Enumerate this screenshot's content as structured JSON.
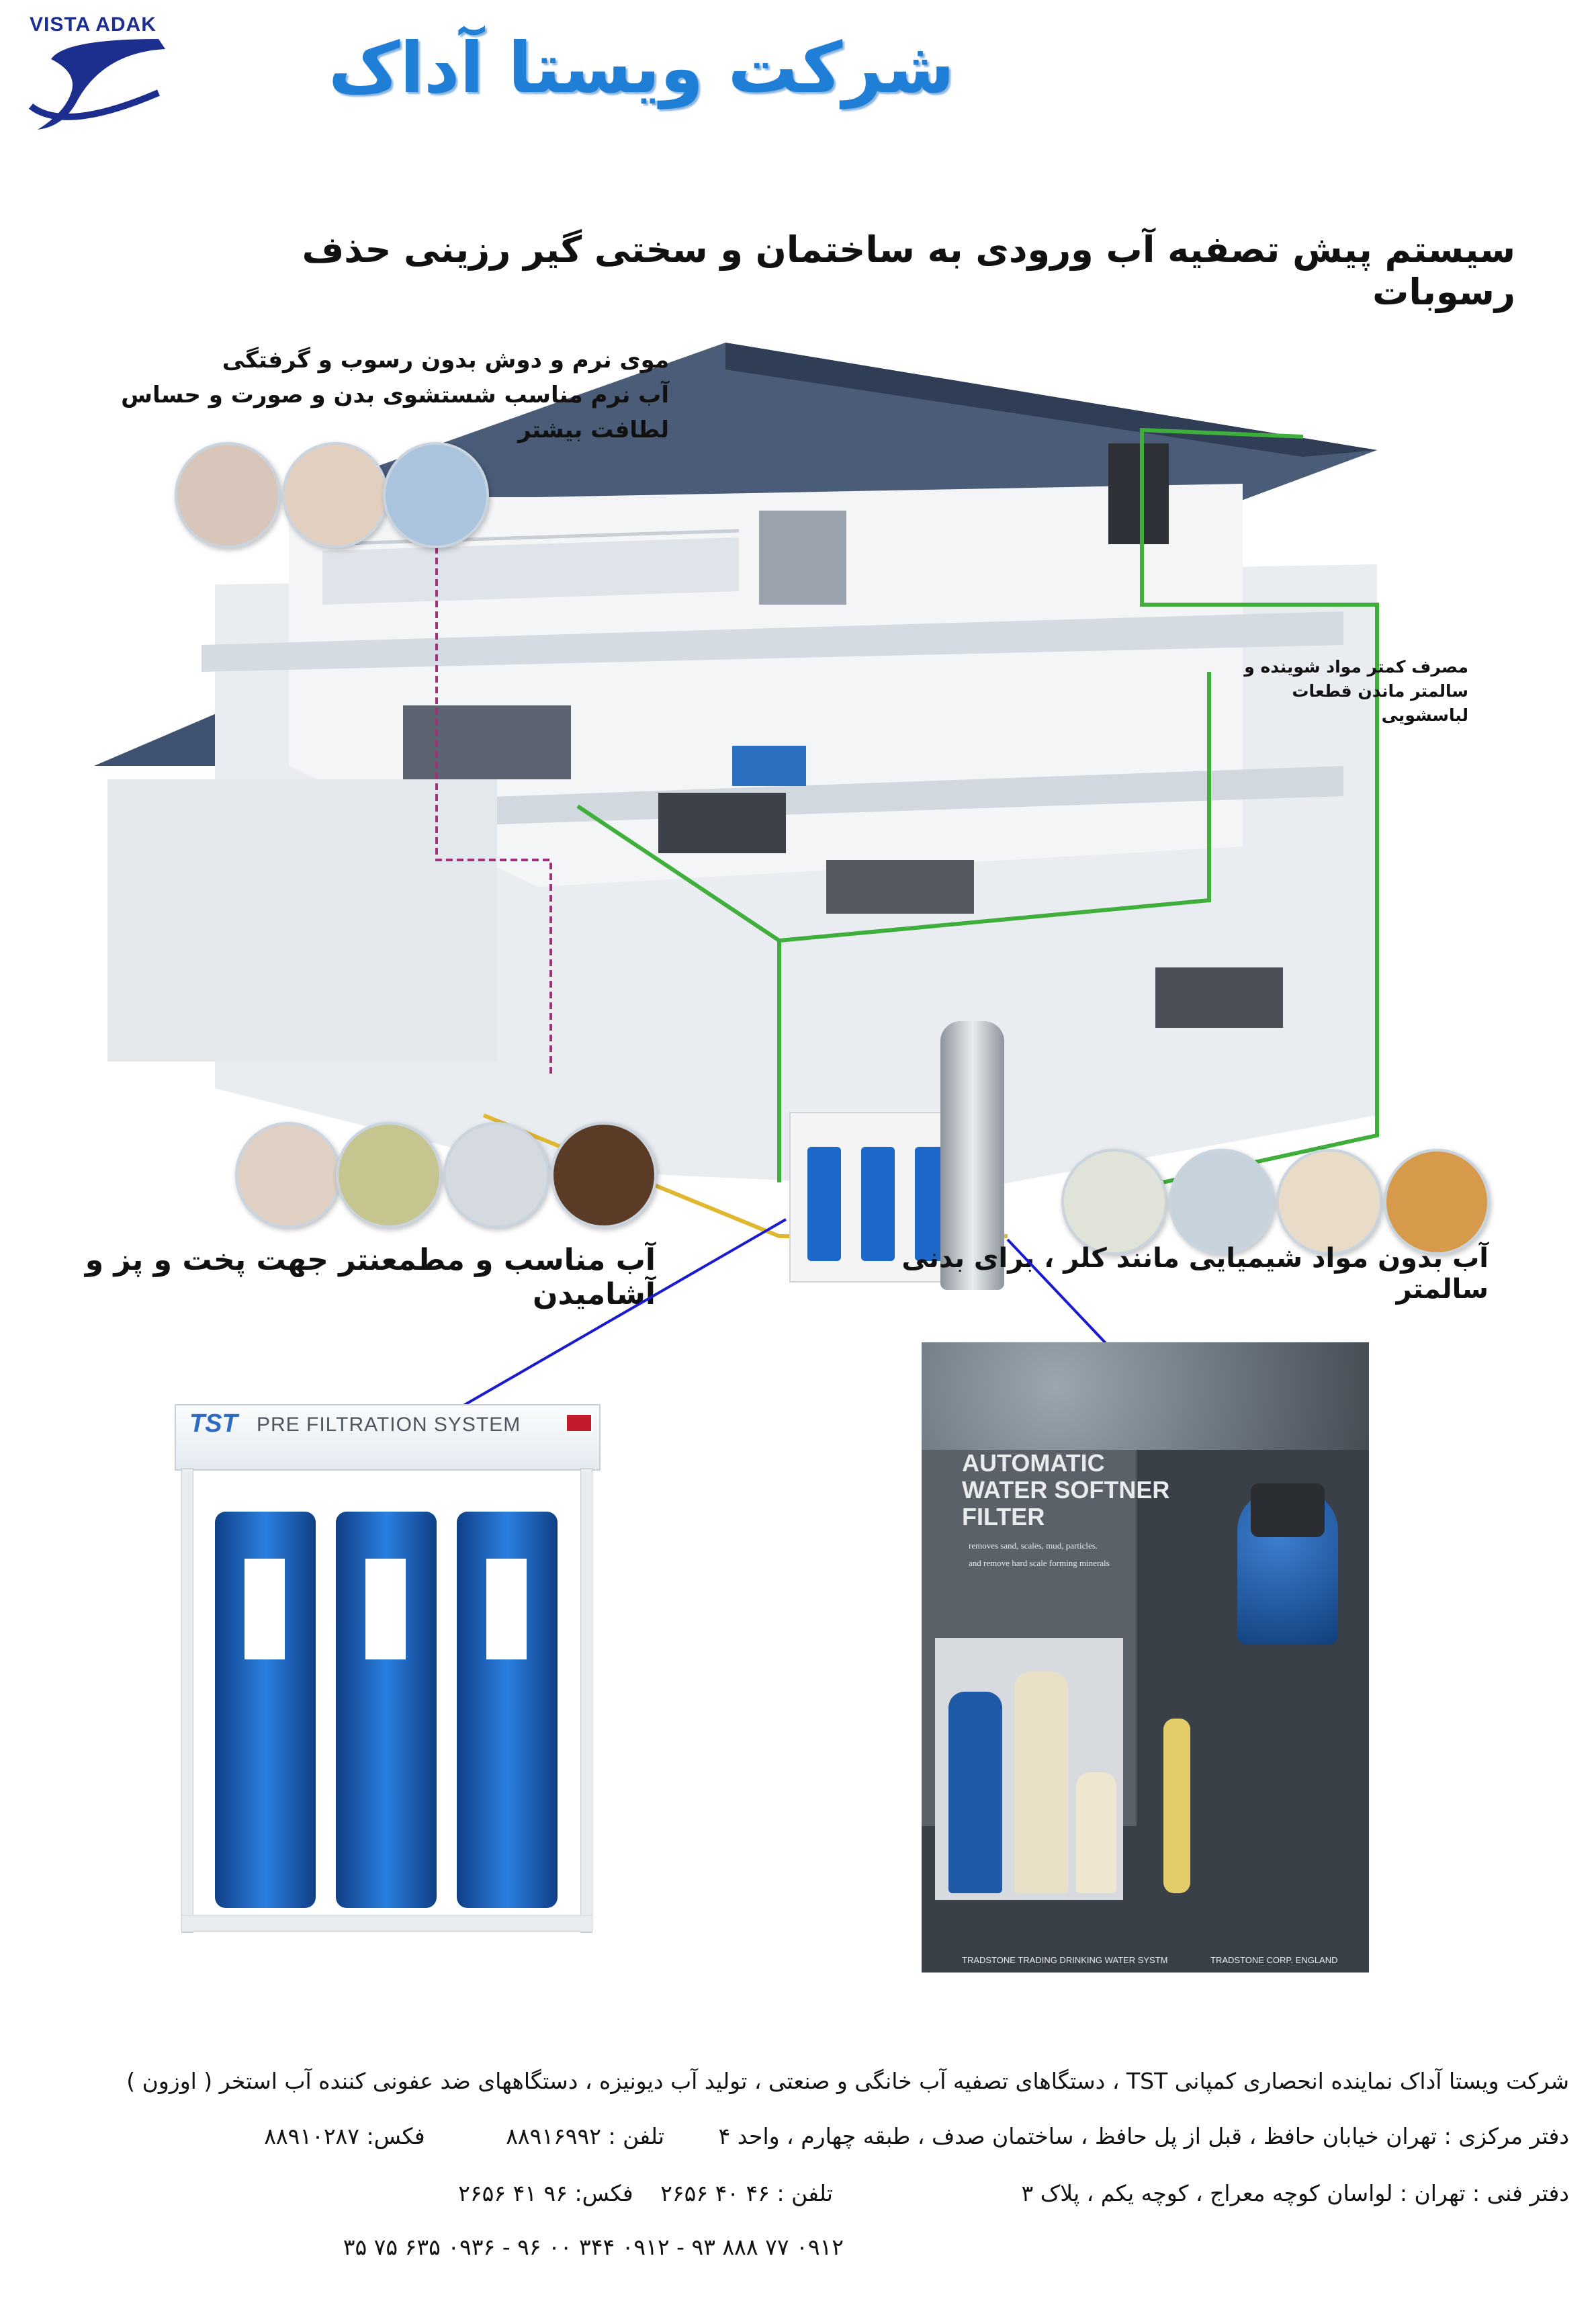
{
  "header": {
    "logo_text": "VISTA ADAK",
    "company_name": "شرکت ویستا آداک"
  },
  "main_heading": "سیستم پیش تصفیه آب ورودی به ساختمان و سختی گیر رزینی حذف رسوبات",
  "captions": {
    "hair_line1": "موی نرم و دوش بدون رسوب و گرفتگی",
    "hair_line2": "آب نرم مناسب شستشوی بدن و صورت و حساس لطافت بیشتر",
    "detergent_line1": "مصرف کمتر مواد شوینده و",
    "detergent_line2": "سالمتر ماندن قطعات لباسشویی",
    "cooking": "آب مناسب و مطمعنتر جهت پخت و پز و آشامیدن",
    "chemical": "آب بدون مواد شیمیایی مانند کلر ، برای بدنی سالمتر"
  },
  "prefilter": {
    "brand": "TST",
    "title": "PRE FILTRATION SYSTEM"
  },
  "softener": {
    "title_line1": "AUTOMATIC",
    "title_line2": "WATER SOFTNER",
    "title_line3": "FILTER",
    "sub_line1": "removes sand, scales, mud, particles.",
    "sub_line2": "and remove hard scale forming minerals",
    "footer_left": "TRADSTONE TRADING DRINKING WATER SYSTM",
    "footer_right": "TRADSTONE CORP. ENGLAND"
  },
  "footer": {
    "intro": "شرکت ویستا آداک نماینده انحصاری کمپانی TST ، دستگاهای تصفیه آب خانگی و صنعتی ، تولید آب دیونیزه ، دستگاههای ضد عفونی کننده آب استخر ( اوزون )",
    "central_address": "دفتر مرکزی : تهران خیابان حافظ ، قبل از پل حافظ ، ساختمان صدف ، طبقه چهارم ، واحد ۴",
    "central_phone": "تلفن : ۸۸۹۱۶۹۹۲",
    "central_fax": "فکس: ۸۸۹۱۰۲۸۷",
    "tech_address": "دفتر فنی : تهران : لواسان کوچه معراج ، کوچه یکم ، پلاک ۳",
    "tech_phone": "تلفن : ۴۶ ۴۰ ۲۶۵۶",
    "tech_fax": "فکس: ۹۶ ۴۱ ۲۶۵۶",
    "mobiles": "۰۹۱۲ ۷۷ ۸۸۸ ۹۳ - ۰۹۱۲ ۳۴۴ ۰۰ ۹۶ - ۰۹۳۶ ۶۳۵ ۷۵ ۳۵"
  },
  "colors": {
    "title_blue": "#1f7fd6",
    "logo_blue": "#1c2f8f",
    "pipe_green": "#3fae3a",
    "pipe_purple": "#a0307a",
    "connector_blue": "#1a1ad0",
    "filter_blue": "#1d67c9"
  }
}
